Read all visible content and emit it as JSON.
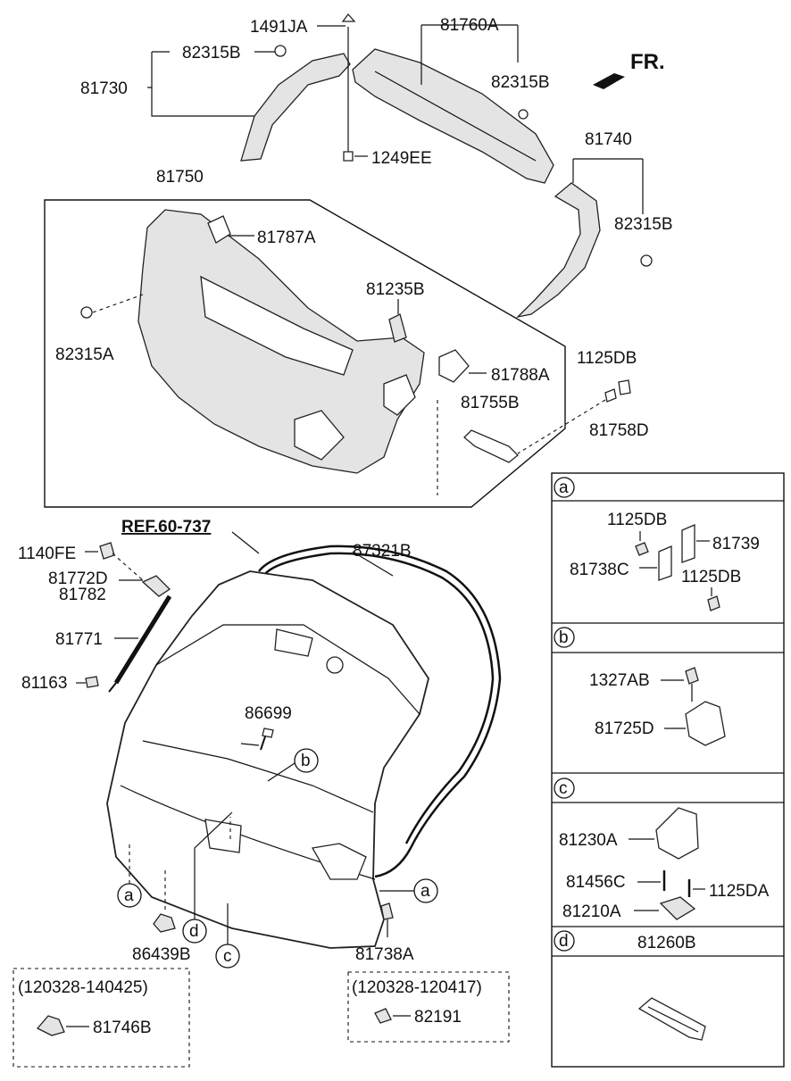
{
  "direction_label": "FR.",
  "reference_label": "REF.60-737",
  "parts": {
    "p1491JA": "1491JA",
    "p81760A": "81760A",
    "p82315B_1": "82315B",
    "p81730": "81730",
    "p82315B_2": "82315B",
    "p1249EE": "1249EE",
    "p81740": "81740",
    "p81750": "81750",
    "p82315B_3": "82315B",
    "p81787A": "81787A",
    "p81235B": "81235B",
    "p82315A": "82315A",
    "p81788A": "81788A",
    "p1125DB_1": "1125DB",
    "p81755B": "81755B",
    "p81758D": "81758D",
    "p87321B": "87321B",
    "p1140FE": "1140FE",
    "p81772D": "81772D",
    "p81782": "81782",
    "p81771": "81771",
    "p81163": "81163",
    "p86699": "86699",
    "p86439B": "86439B",
    "p81738A": "81738A"
  },
  "callouts": {
    "a1": "a",
    "a2": "a",
    "b": "b",
    "c": "c",
    "d": "d"
  },
  "detail_panels": [
    {
      "letter": "a",
      "items": [
        "1125DB",
        "81739",
        "81738C",
        "1125DB"
      ]
    },
    {
      "letter": "b",
      "items": [
        "1327AB",
        "81725D"
      ]
    },
    {
      "letter": "c",
      "items": [
        "81230A",
        "81456C",
        "1125DA",
        "81210A"
      ]
    },
    {
      "letter": "d",
      "items": [
        "81260B"
      ]
    }
  ],
  "variant_boxes": [
    {
      "date_range": "(120328-140425)",
      "part": "81746B"
    },
    {
      "date_range": "(120328-120417)",
      "part": "82191"
    }
  ]
}
